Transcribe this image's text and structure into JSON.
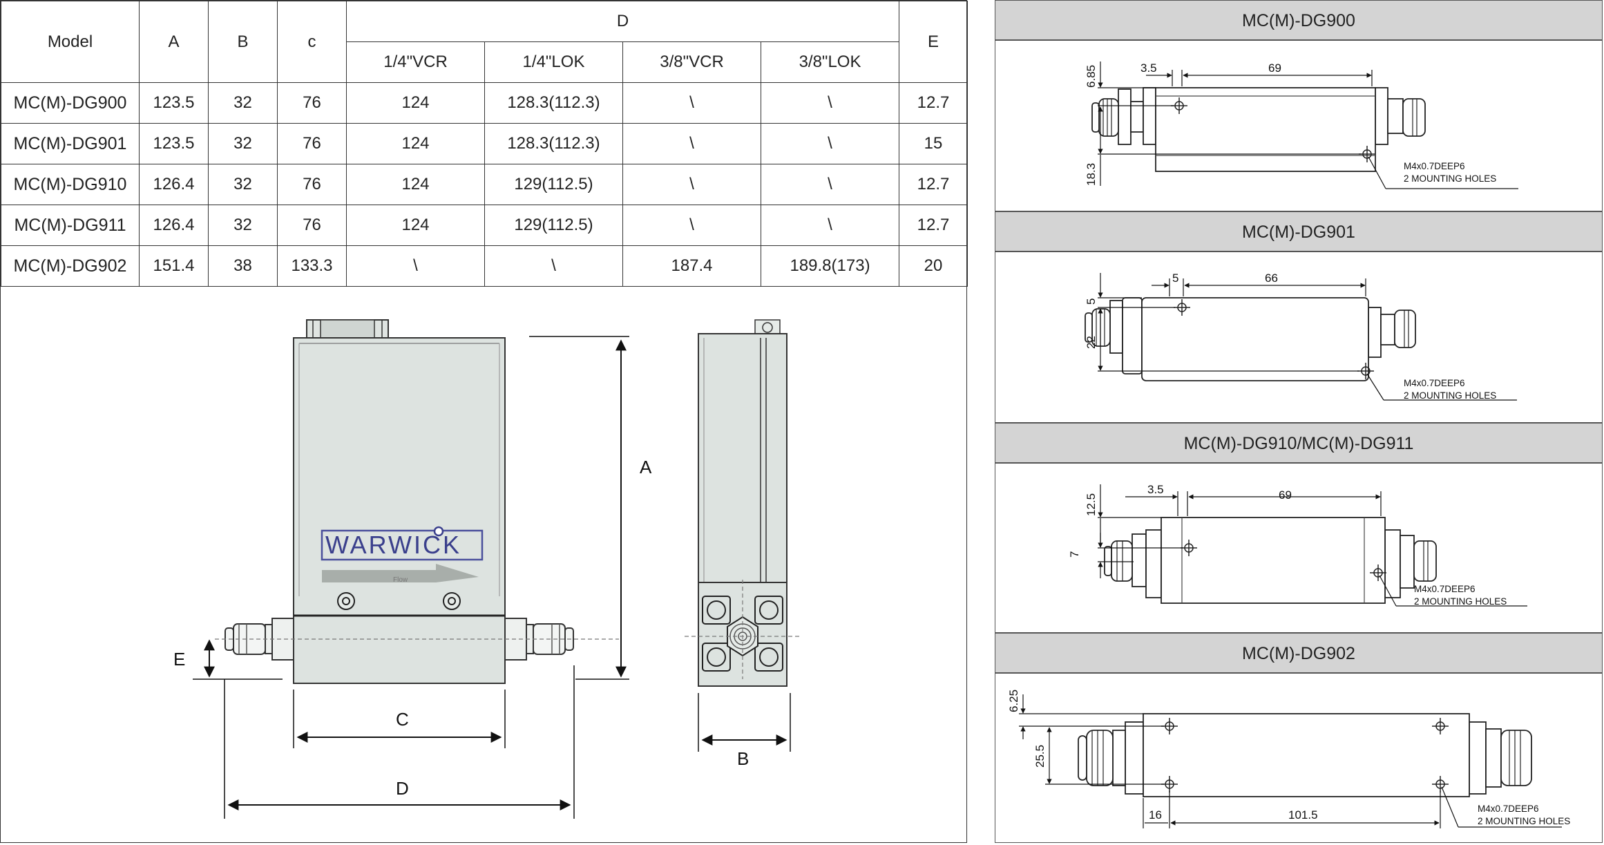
{
  "table": {
    "headers": {
      "model": "Model",
      "a": "A",
      "b": "B",
      "c": "c",
      "d": "D",
      "e": "E",
      "d_sub": [
        "1/4\"VCR",
        "1/4\"LOK",
        "3/8\"VCR",
        "3/8\"LOK"
      ]
    },
    "rows": [
      {
        "model": "MC(M)-DG900",
        "a": "123.5",
        "b": "32",
        "c": "76",
        "d1": "124",
        "d2": "128.3(112.3)",
        "d3": "\\",
        "d4": "\\",
        "e": "12.7"
      },
      {
        "model": "MC(M)-DG901",
        "a": "123.5",
        "b": "32",
        "c": "76",
        "d1": "124",
        "d2": "128.3(112.3)",
        "d3": "\\",
        "d4": "\\",
        "e": "15"
      },
      {
        "model": "MC(M)-DG910",
        "a": "126.4",
        "b": "32",
        "c": "76",
        "d1": "124",
        "d2": "129(112.5)",
        "d3": "\\",
        "d4": "\\",
        "e": "12.7"
      },
      {
        "model": "MC(M)-DG911",
        "a": "126.4",
        "b": "32",
        "c": "76",
        "d1": "124",
        "d2": "129(112.5)",
        "d3": "\\",
        "d4": "\\",
        "e": "12.7"
      },
      {
        "model": "MC(M)-DG902",
        "a": "151.4",
        "b": "38",
        "c": "133.3",
        "d1": "\\",
        "d2": "\\",
        "d3": "187.4",
        "d4": "189.8(173)",
        "e": "20"
      }
    ]
  },
  "front_view": {
    "brand": "WARWICK",
    "arrow_text": "Flow",
    "dim_a": "A",
    "dim_c": "C",
    "dim_d": "D",
    "dim_e": "E"
  },
  "side_view": {
    "dim_b": "B"
  },
  "sections": [
    {
      "title": "MC(M)-DG900",
      "d_top": "3.5",
      "d_len": "69",
      "d_left_top": "6.85",
      "d_left_bot": "18.3",
      "note1": "M4x0.7DEEP6",
      "note2": "2 MOUNTING HOLES"
    },
    {
      "title": "MC(M)-DG901",
      "d_top": "5",
      "d_len": "66",
      "d_left_top": "5",
      "d_left_bot": "22",
      "note1": "M4x0.7DEEP6",
      "note2": "2 MOUNTING HOLES"
    },
    {
      "title": "MC(M)-DG910/MC(M)-DG911",
      "d_top": "3.5",
      "d_len": "69",
      "d_left_top": "12.5",
      "d_left_bot": "7",
      "note1": "M4x0.7DEEP6",
      "note2": "2 MOUNTING HOLES"
    },
    {
      "title": "MC(M)-DG902",
      "d_left_top": "6.25",
      "d_left_bot": "25.5",
      "d_bot1": "16",
      "d_bot2": "101.5",
      "note1": "M4x0.7DEEP6",
      "note2": "2 MOUNTING HOLES"
    }
  ]
}
